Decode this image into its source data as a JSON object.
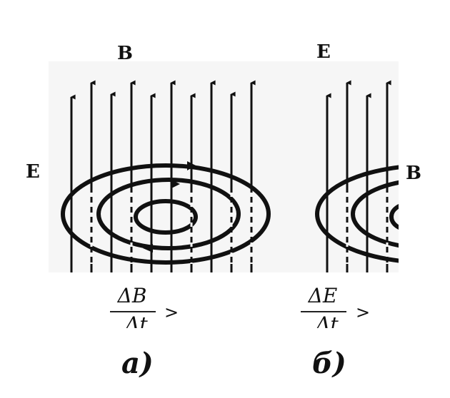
{
  "panel_a": {
    "field_lines_label": "B",
    "loops_label": "E",
    "fraction_numerator": "ΔB",
    "fraction_denominator": "Δt",
    "comparison": ">",
    "caption": "а)"
  },
  "panel_b": {
    "field_lines_label": "E",
    "loops_label": "B",
    "fraction_numerator": "ΔE",
    "fraction_denominator": "Δt",
    "comparison": ">",
    "caption": "б)"
  },
  "colors": {
    "ink": "#111111",
    "background": "#ffffff",
    "panel_tint": "#f6f6f6"
  }
}
